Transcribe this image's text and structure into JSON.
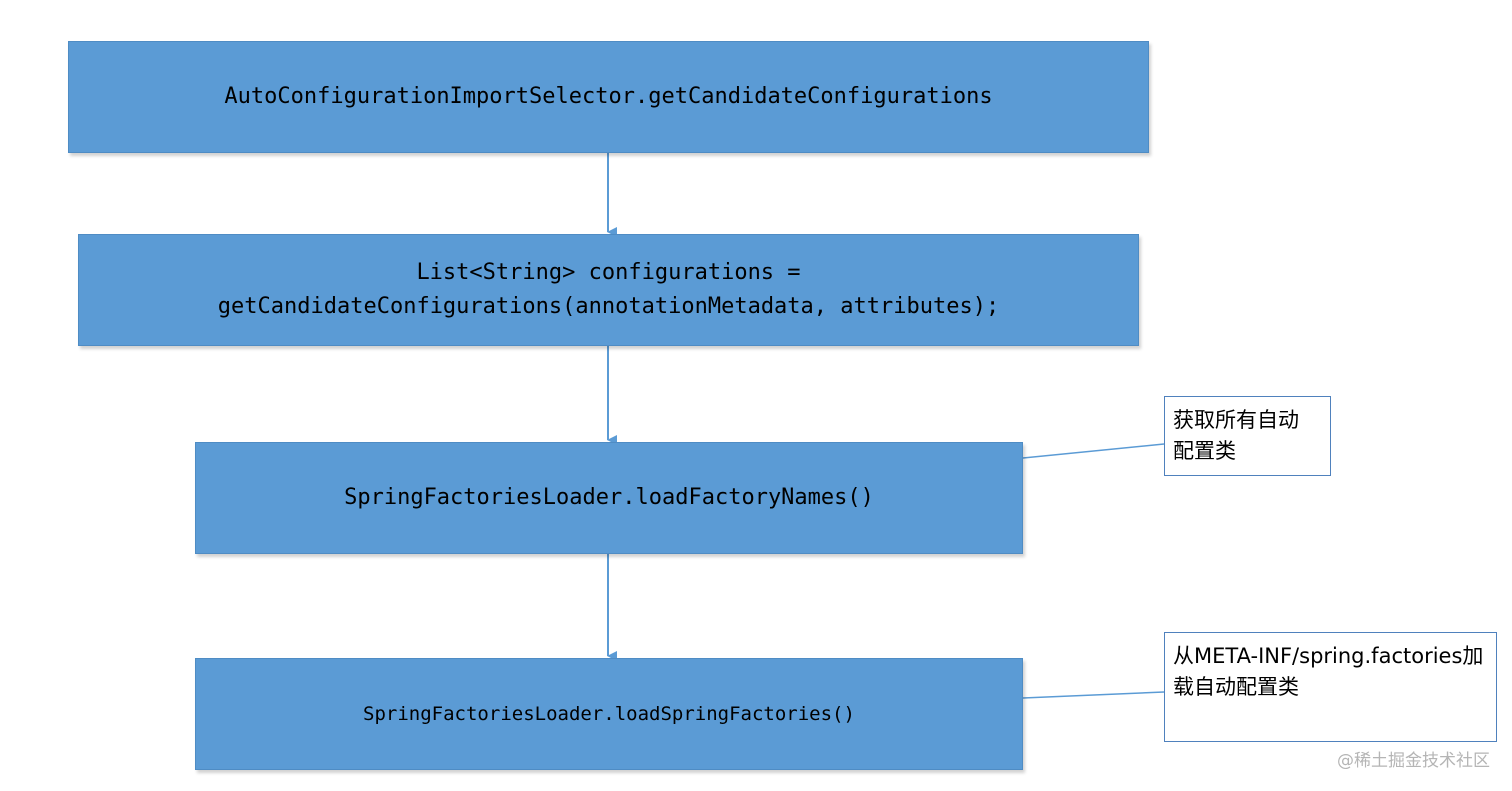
{
  "colors": {
    "box_fill": "#5b9bd5",
    "box_border": "#4f8cc4",
    "arrow": "#5b9bd5",
    "note_border": "#4f81bd",
    "watermark": "#b5b5b5"
  },
  "flow": {
    "step1": "AutoConfigurationImportSelector.getCandidateConfigurations",
    "step2": "List<String> configurations =\ngetCandidateConfigurations(annotationMetadata, attributes);",
    "step3": "SpringFactoriesLoader.loadFactoryNames()",
    "step4": "SpringFactoriesLoader.loadSpringFactories()"
  },
  "notes": {
    "note1": "获取所有自动\n配置类",
    "note2": "从META-INF/spring.factories加\n载自动配置类"
  },
  "watermark": "@稀土掘金技术社区"
}
